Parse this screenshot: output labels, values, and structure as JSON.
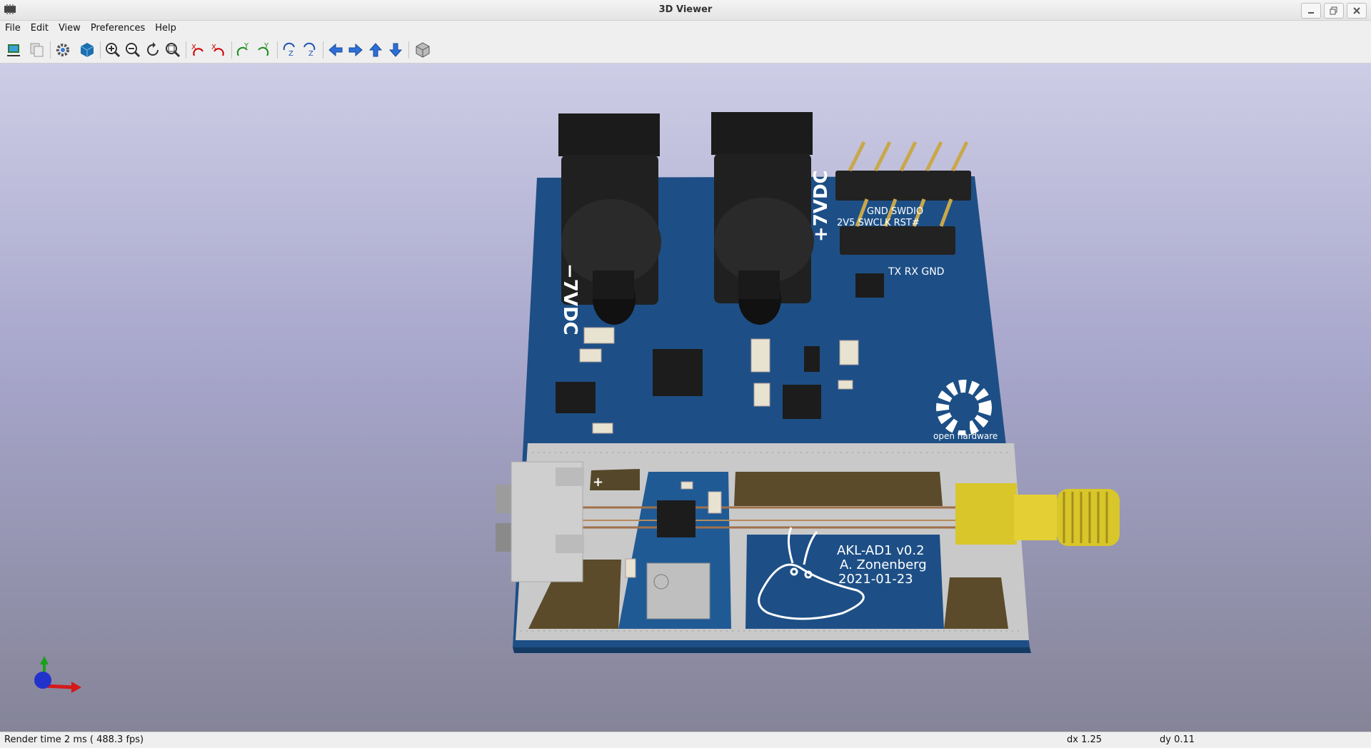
{
  "window": {
    "title": "3D Viewer"
  },
  "menu": [
    "File",
    "Edit",
    "View",
    "Preferences",
    "Help"
  ],
  "toolbar": {
    "buttons": [
      {
        "name": "reload-board-button",
        "icon": "reload-board-icon"
      },
      {
        "name": "copy-image-button",
        "icon": "copy-image-icon"
      },
      {
        "name": "settings-button",
        "icon": "gear-icon"
      },
      {
        "name": "raytracing-button",
        "icon": "cube-render-icon"
      },
      {
        "name": "zoom-in-button",
        "icon": "zoom-in-icon"
      },
      {
        "name": "zoom-out-button",
        "icon": "zoom-out-icon"
      },
      {
        "name": "refresh-button",
        "icon": "refresh-icon"
      },
      {
        "name": "zoom-fit-button",
        "icon": "zoom-fit-icon"
      },
      {
        "name": "rotate-x-cw-button",
        "icon": "rotate-x-cw-icon"
      },
      {
        "name": "rotate-x-ccw-button",
        "icon": "rotate-x-ccw-icon"
      },
      {
        "name": "rotate-y-cw-button",
        "icon": "rotate-y-cw-icon"
      },
      {
        "name": "rotate-y-ccw-button",
        "icon": "rotate-y-ccw-icon"
      },
      {
        "name": "rotate-z-cw-button",
        "icon": "rotate-z-cw-icon"
      },
      {
        "name": "rotate-z-ccw-button",
        "icon": "rotate-z-ccw-icon"
      },
      {
        "name": "move-left-button",
        "icon": "arrow-left-icon"
      },
      {
        "name": "move-right-button",
        "icon": "arrow-right-icon"
      },
      {
        "name": "move-up-button",
        "icon": "arrow-up-icon"
      },
      {
        "name": "move-down-button",
        "icon": "arrow-down-icon"
      },
      {
        "name": "orthographic-button",
        "icon": "ortho-cube-icon"
      }
    ]
  },
  "board": {
    "power_minus": "−7VDC",
    "power_plus": "+7VDC",
    "header_top_labels": "GND   SWDIO",
    "header_row_labels": "2V5  SWCLK   RST#",
    "uart_labels": "TX  RX  GND",
    "oshw": "open hardware",
    "name_line1": "AKL-AD1 v0.2",
    "name_line2": "A. Zonenberg",
    "name_line3": "2021-01-23",
    "plus_mark": "+"
  },
  "colors": {
    "pcb": "#1d4f86",
    "silkscreen": "#ffffff",
    "copper_pad": "#c9c9c9",
    "sma_gold": "#d8c62a",
    "background_top": "#cdcde6",
    "background_bottom": "#858498"
  },
  "status": {
    "render": "Render time 2 ms ( 488.3 fps)",
    "dx": "dx 1.25",
    "dy": "dy 0.11"
  }
}
